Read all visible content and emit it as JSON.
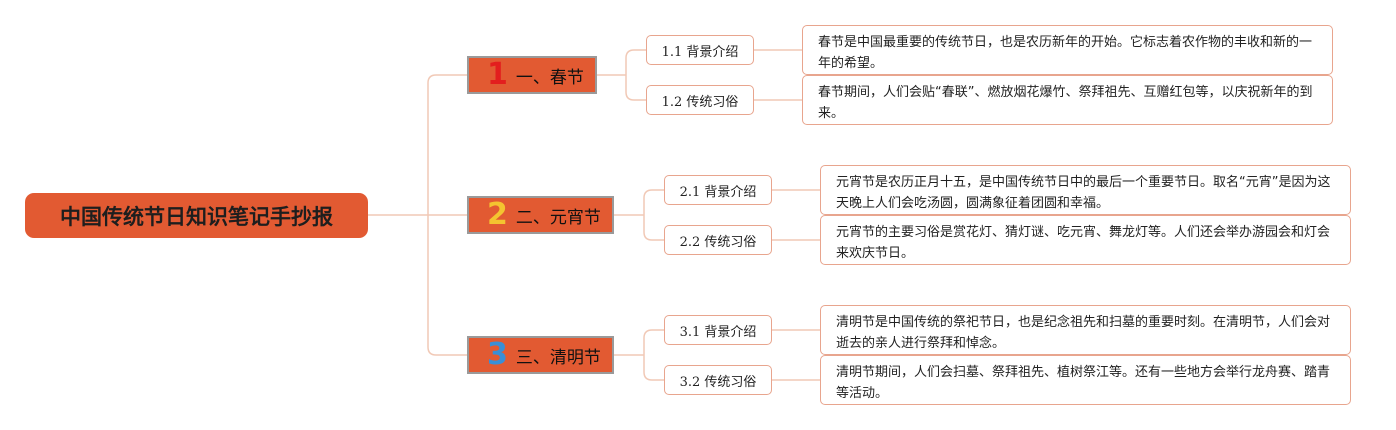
{
  "root": {
    "title": "中国传统节日知识笔记手抄报"
  },
  "sections": [
    {
      "number": "1",
      "number_color": "#e31e1e",
      "title": "一、春节",
      "items": [
        {
          "label": "1.1 背景介绍",
          "text": "春节是中国最重要的传统节日，也是农历新年的开始。它标志着农作物的丰收和新的一年的希望。"
        },
        {
          "label": "1.2 传统习俗",
          "text": "春节期间，人们会贴“春联”、燃放烟花爆竹、祭拜祖先、互赠红包等，以庆祝新年的到来。"
        }
      ]
    },
    {
      "number": "2",
      "number_color": "#f4c430",
      "title": "二、元宵节",
      "items": [
        {
          "label": "2.1 背景介绍",
          "text": "元宵节是农历正月十五，是中国传统节日中的最后一个重要节日。取名“元宵”是因为这天晚上人们会吃汤圆，圆满象征着团圆和幸福。"
        },
        {
          "label": "2.2 传统习俗",
          "text": "元宵节的主要习俗是赏花灯、猜灯谜、吃元宵、舞龙灯等。人们还会举办游园会和灯会来欢庆节日。"
        }
      ]
    },
    {
      "number": "3",
      "number_color": "#3a8fd6",
      "title": "三、清明节",
      "items": [
        {
          "label": "3.1 背景介绍",
          "text": "清明节是中国传统的祭祀节日，也是纪念祖先和扫墓的重要时刻。在清明节，人们会对逝去的亲人进行祭拜和悼念。"
        },
        {
          "label": "3.2 传统习俗",
          "text": "清明节期间，人们会扫墓、祭拜祖先、植树祭江等。还有一些地方会举行龙舟赛、踏青等活动。"
        }
      ]
    }
  ],
  "colors": {
    "node_fill": "#e25a32",
    "connector": "#f1c9b6",
    "box_border": "#e8a58e"
  }
}
